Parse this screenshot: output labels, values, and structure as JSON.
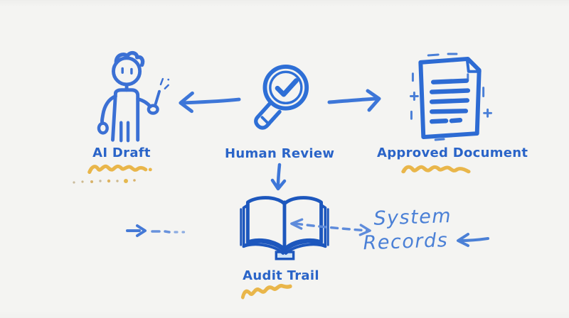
{
  "diagram": {
    "nodes": {
      "ai_draft": {
        "label": "AI Draft",
        "icon": "person-presenting-icon",
        "underline": "yellow-squiggle"
      },
      "human_review": {
        "label": "Human Review",
        "icon": "magnifier-check-icon"
      },
      "approved_document": {
        "label": "Approved Document",
        "icon": "document-icon",
        "underline": "yellow-squiggle"
      },
      "audit_trail": {
        "label": "Audit Trail",
        "icon": "open-book-icon",
        "underline": "yellow-squiggle"
      },
      "system_records": {
        "line1": "System",
        "line2": "Records",
        "style": "handwritten"
      }
    },
    "edges": [
      {
        "from": "human_review",
        "to": "ai_draft",
        "style": "solid-arrow"
      },
      {
        "from": "human_review",
        "to": "approved_document",
        "style": "solid-arrow"
      },
      {
        "from": "human_review",
        "to": "audit_trail",
        "style": "solid-arrow"
      },
      {
        "between": "audit_trail",
        "and": "system_records",
        "style": "dashed-double-arrow"
      },
      {
        "from": "left-edge",
        "to": "audit_trail",
        "style": "dashed-fading-arrow"
      },
      {
        "from": "right-edge",
        "to": "system_records",
        "style": "solid-arrow"
      }
    ],
    "colors": {
      "background": "#f4f4f2",
      "ink_blue": "#2d6bd3",
      "book_blue": "#1d57bd",
      "label_blue": "#2a64c8",
      "hand_blue": "#4b80d6",
      "accent_yellow": "#e9b64a"
    }
  }
}
